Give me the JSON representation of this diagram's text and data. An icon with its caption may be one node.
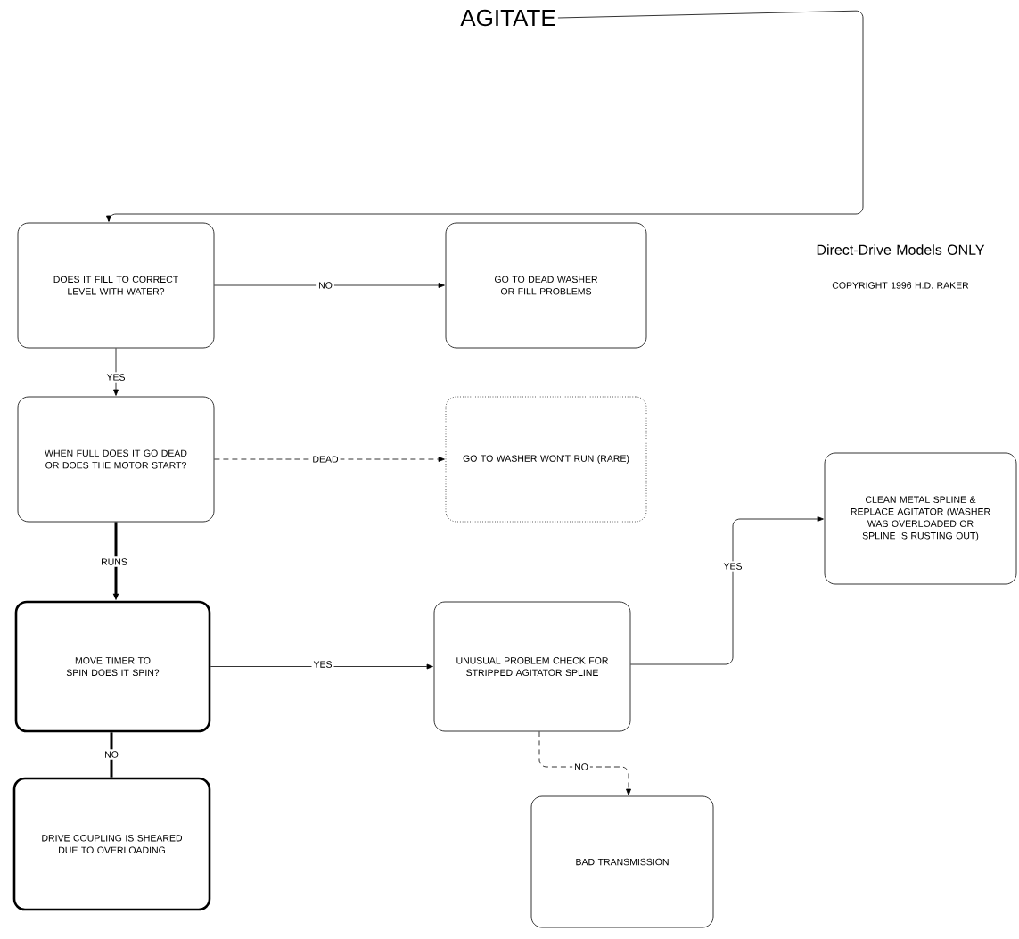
{
  "diagram": {
    "nodes": [
      {
        "text": [
          "AGITATE"
        ]
      },
      {
        "text": [
          "DOES IT FILL TO CORRECT LEVEL WITH WATER?"
        ]
      },
      {
        "text": [
          "GO TO DEAD WASHER OR FILL PROBLEMS"
        ]
      },
      {
        "text": [
          "WHEN FULL DOES IT GO DEAD OR DOES THE MOTOR START?"
        ]
      },
      {
        "text": [
          "GO TO WASHER WON'T RUN (RARE)"
        ]
      },
      {
        "text": [
          "MOVE TIMER TO SPIN DOES IT SPIN?"
        ]
      },
      {
        "text": [
          "UNUSUAL PROBLEM CHECK FOR STRIPPED AGITATOR SPLINE"
        ]
      },
      {
        "text": [
          "CLEAN METAL SPLINE & REPLACE AGITATOR (WASHER WAS OVERLOADED OR SPLINE IS RUSTING OUT)"
        ]
      },
      {
        "text": [
          "DRIVE COUPLING IS SHEARED DUE TO OVERLOADING"
        ]
      },
      {
        "text": [
          "BAD TRANSMISSION"
        ]
      }
    ],
    "edges": [
      {
        "from": 0,
        "to": 1,
        "arrow": "to"
      },
      {
        "from": 1,
        "to": 2,
        "arrow": "to",
        "label": "NO"
      },
      {
        "from": 1,
        "to": 3,
        "arrow": "to",
        "label": "YES"
      },
      {
        "from": 3,
        "to": 4,
        "arrow": "to",
        "label": "DEAD",
        "style": "dashed"
      },
      {
        "from": 3,
        "to": 5,
        "arrow": "to",
        "label": "RUNS",
        "style": "thick"
      },
      {
        "from": 5,
        "to": 6,
        "arrow": "to",
        "label": "YES"
      },
      {
        "from": 5,
        "to": 8,
        "arrow": "none",
        "label": "NO",
        "style": "thick"
      },
      {
        "from": 6,
        "to": 7,
        "arrow": "to",
        "label": "YES"
      },
      {
        "from": 6,
        "to": 9,
        "arrow": "to",
        "label": "NO",
        "style": "dashed"
      }
    ],
    "labels": [
      "Direct-Drive Models ONLY",
      "COPYRIGHT 1996 H.D. RAKER"
    ]
  }
}
